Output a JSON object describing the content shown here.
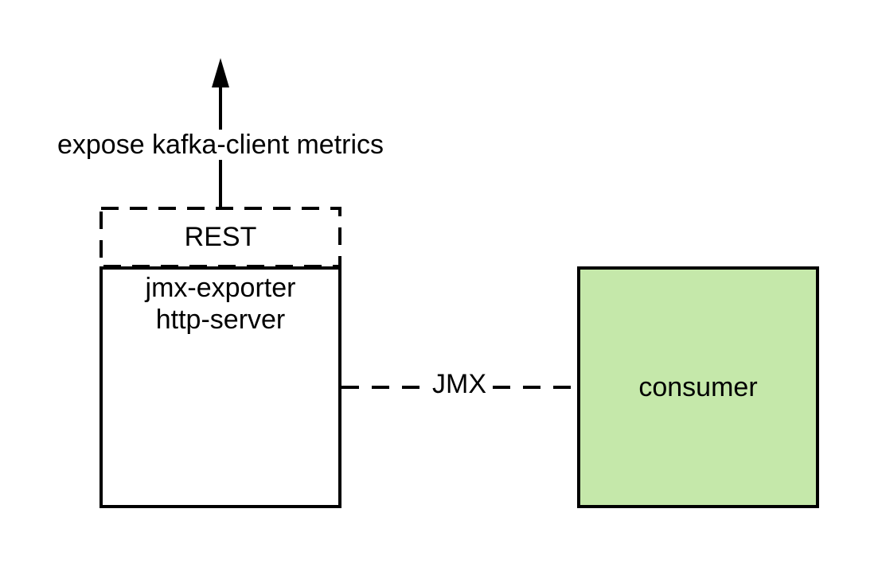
{
  "diagram": {
    "background_color": "#ffffff",
    "stroke_color": "#000000",
    "arrow": {
      "label": "expose kafka-client metrics"
    },
    "rest_box": {
      "label": "REST"
    },
    "exporter_box": {
      "label_line1": "jmx-exporter",
      "label_line2": "http-server"
    },
    "connector": {
      "label": "JMX"
    },
    "consumer_box": {
      "label": "consumer",
      "fill": "#c5e8aa"
    }
  }
}
